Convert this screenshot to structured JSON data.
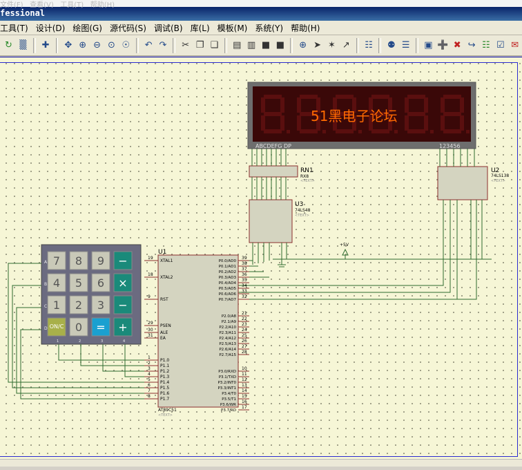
{
  "window": {
    "ghost_menu": "文件(F)   查看(V)   工具(T)   帮助(H)",
    "title": "fessional"
  },
  "menu": {
    "items": [
      {
        "label": "工具(T)"
      },
      {
        "label": "设计(D)"
      },
      {
        "label": "绘图(G)"
      },
      {
        "label": "源代码(S)"
      },
      {
        "label": "调试(B)"
      },
      {
        "label": "库(L)"
      },
      {
        "label": "模板(M)"
      },
      {
        "label": "系统(Y)"
      },
      {
        "label": "帮助(H)"
      }
    ]
  },
  "toolbar": {
    "buttons": [
      {
        "icon": "refresh-icon",
        "glyph": "↻"
      },
      {
        "icon": "grid-icon",
        "glyph": "▒"
      },
      {
        "icon": "origin-icon",
        "glyph": "✚"
      },
      {
        "icon": "pan-icon",
        "glyph": "✥"
      },
      {
        "icon": "zoom-in-icon",
        "glyph": "⊕"
      },
      {
        "icon": "zoom-out-icon",
        "glyph": "⊖"
      },
      {
        "icon": "zoom-all-icon",
        "glyph": "⊙"
      },
      {
        "icon": "zoom-area-icon",
        "glyph": "☉"
      },
      {
        "icon": "undo-icon",
        "glyph": "↶"
      },
      {
        "icon": "redo-icon",
        "glyph": "↷"
      },
      {
        "icon": "cut-icon",
        "glyph": "✂"
      },
      {
        "icon": "copy-icon",
        "glyph": "❐"
      },
      {
        "icon": "paste-icon",
        "glyph": "❑"
      },
      {
        "icon": "block-copy-icon",
        "glyph": "▤"
      },
      {
        "icon": "block-move-icon",
        "glyph": "▥"
      },
      {
        "icon": "block-rotate-icon",
        "glyph": "■"
      },
      {
        "icon": "block-delete-icon",
        "glyph": "■"
      },
      {
        "icon": "pick-device-icon",
        "glyph": "⊕"
      },
      {
        "icon": "make-device-icon",
        "glyph": "➤"
      },
      {
        "icon": "package-icon",
        "glyph": "✶"
      },
      {
        "icon": "decompose-icon",
        "glyph": "↗"
      },
      {
        "icon": "wire-autorouter-icon",
        "glyph": "☷"
      },
      {
        "icon": "search-icon",
        "glyph": "⚉"
      },
      {
        "icon": "property-tool-icon",
        "glyph": "☰"
      },
      {
        "icon": "new-sheet-icon",
        "glyph": "▣"
      },
      {
        "icon": "add-sheet-icon",
        "glyph": "➕"
      },
      {
        "icon": "remove-sheet-icon",
        "glyph": "✖"
      },
      {
        "icon": "goto-sheet-icon",
        "glyph": "↪"
      },
      {
        "icon": "bill-of-materials-icon",
        "glyph": "☷"
      },
      {
        "icon": "electrical-check-icon",
        "glyph": "☑"
      },
      {
        "icon": "netlist-icon",
        "glyph": "✉"
      }
    ]
  },
  "schematic": {
    "display": {
      "overlay_text": "51黑电子论坛",
      "pin_left": "ABCDEFG  DP",
      "pin_right": "123456"
    },
    "keypad": {
      "keys": [
        [
          "7",
          "8",
          "9",
          "−"
        ],
        [
          "4",
          "5",
          "6",
          "×"
        ],
        [
          "1",
          "2",
          "3",
          "−"
        ],
        [
          "ON/C",
          "0",
          "=",
          "+"
        ]
      ],
      "row_labels": [
        "A",
        "B",
        "C",
        "D"
      ],
      "col_labels": [
        "1",
        "2",
        "3",
        "4"
      ]
    },
    "u1": {
      "ref": "U1",
      "part": "AT89C51",
      "text": "<TEXT>",
      "left_pins": [
        {
          "num": "19",
          "name": "XTAL1"
        },
        {
          "num": "18",
          "name": "XTAL2"
        },
        {
          "num": "9",
          "name": "RST"
        },
        {
          "num": "29",
          "name": "PSEN"
        },
        {
          "num": "30",
          "name": "ALE"
        },
        {
          "num": "31",
          "name": "EA"
        },
        {
          "num": "1",
          "name": "P1.0"
        },
        {
          "num": "2",
          "name": "P1.1"
        },
        {
          "num": "3",
          "name": "P1.2"
        },
        {
          "num": "4",
          "name": "P1.3"
        },
        {
          "num": "5",
          "name": "P1.4"
        },
        {
          "num": "6",
          "name": "P1.5"
        },
        {
          "num": "7",
          "name": "P1.6"
        },
        {
          "num": "8",
          "name": "P1.7"
        }
      ],
      "right_pins": [
        {
          "num": "39",
          "name": "P0.0/AD0"
        },
        {
          "num": "38",
          "name": "P0.1/AD1"
        },
        {
          "num": "37",
          "name": "P0.2/AD2"
        },
        {
          "num": "36",
          "name": "P0.3/AD3"
        },
        {
          "num": "35",
          "name": "P0.4/AD4"
        },
        {
          "num": "34",
          "name": "P0.5/AD5"
        },
        {
          "num": "33",
          "name": "P0.6/AD6"
        },
        {
          "num": "32",
          "name": "P0.7/AD7"
        },
        {
          "num": "21",
          "name": "P2.0/A8"
        },
        {
          "num": "22",
          "name": "P2.1/A9"
        },
        {
          "num": "23",
          "name": "P2.2/A10"
        },
        {
          "num": "24",
          "name": "P2.3/A11"
        },
        {
          "num": "25",
          "name": "P2.4/A12"
        },
        {
          "num": "26",
          "name": "P2.5/A13"
        },
        {
          "num": "27",
          "name": "P2.6/A14"
        },
        {
          "num": "28",
          "name": "P2.7/A15"
        },
        {
          "num": "10",
          "name": "P3.0/RXD"
        },
        {
          "num": "11",
          "name": "P3.1/TXD"
        },
        {
          "num": "12",
          "name": "P3.2/INT0"
        },
        {
          "num": "13",
          "name": "P3.3/INT1"
        },
        {
          "num": "14",
          "name": "P3.4/T0"
        },
        {
          "num": "15",
          "name": "P3.5/T1"
        },
        {
          "num": "16",
          "name": "P3.6/WR"
        },
        {
          "num": "17",
          "name": "P3.7/RD"
        }
      ]
    },
    "rn1": {
      "ref": "RN1",
      "part": "RX8",
      "text": "<TEXT>"
    },
    "u3": {
      "ref": "U3",
      "part": "74LS48",
      "text": "<TEXT>"
    },
    "u2": {
      "ref": "U2",
      "part": "74LS138",
      "text": "<TEXT>"
    },
    "power": {
      "label": "+5V"
    },
    "colors": {
      "wire": "#2e6b2e",
      "component_fill": "#d4d4c0",
      "component_border": "#8b2d2d",
      "seg_off": "#5a0f0f",
      "seg_overlay": "#ff6a00",
      "key_fill": "#c9c9b8",
      "key_teal": "#1a8a7a",
      "key_blue": "#1aa0d0"
    }
  }
}
